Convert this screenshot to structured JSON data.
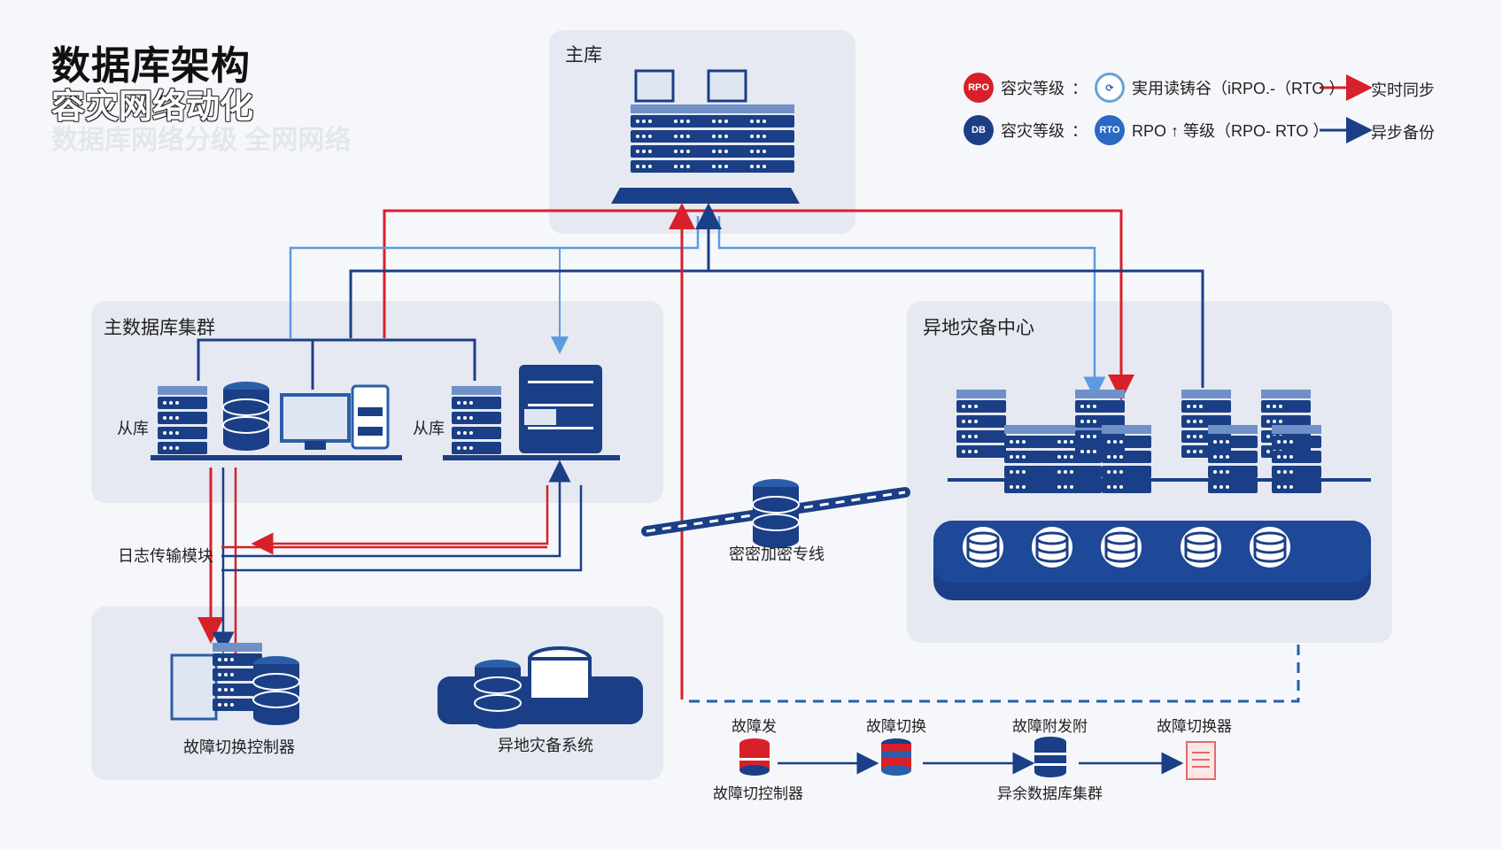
{
  "title": {
    "main": "数据库架构",
    "sub": "容灾网络动化",
    "ghost": "数据库网络分级 全网网络"
  },
  "legend": {
    "row1": {
      "badge": "RPO",
      "label": "容灾等级",
      "colon": "：",
      "desc": "実用读铸谷（iRPO.-（RTO ）",
      "line_label": "实时同步",
      "color": "#d8202a"
    },
    "row2": {
      "badge": "RTO",
      "label": "容灾等级",
      "colon": "：",
      "desc": "RPO ↑ 等级（RPO- RTO  ）",
      "line_label": "异步备份",
      "color": "#1b3f86"
    }
  },
  "panels": {
    "master": {
      "title": "主库"
    },
    "cluster": {
      "title": "主数据库集群",
      "slave_left": "从库",
      "slave_right": "从库"
    },
    "remote": {
      "title": "异地灾备中心"
    },
    "bottom": {
      "failover_controller": "故障切换控制器",
      "remote_backup_system": "异地灾备系统"
    }
  },
  "labels": {
    "log_module": "日志传输模块",
    "encrypted_line": "密密加密专线"
  },
  "flow": {
    "steps": [
      {
        "top": "故障发",
        "bottom": "故障切控制器",
        "icon": "database-red"
      },
      {
        "top": "故障切换",
        "bottom": "",
        "icon": "database-mixed"
      },
      {
        "top": "故障附发附",
        "bottom": "异余数据库集群",
        "icon": "database-navy"
      },
      {
        "top": "故障切换器",
        "bottom": "",
        "icon": "report"
      }
    ]
  },
  "colors": {
    "red": "#d8202a",
    "navy": "#1b3f86",
    "light_blue": "#5b9be0",
    "panel_bg": "#e6e9f2"
  }
}
